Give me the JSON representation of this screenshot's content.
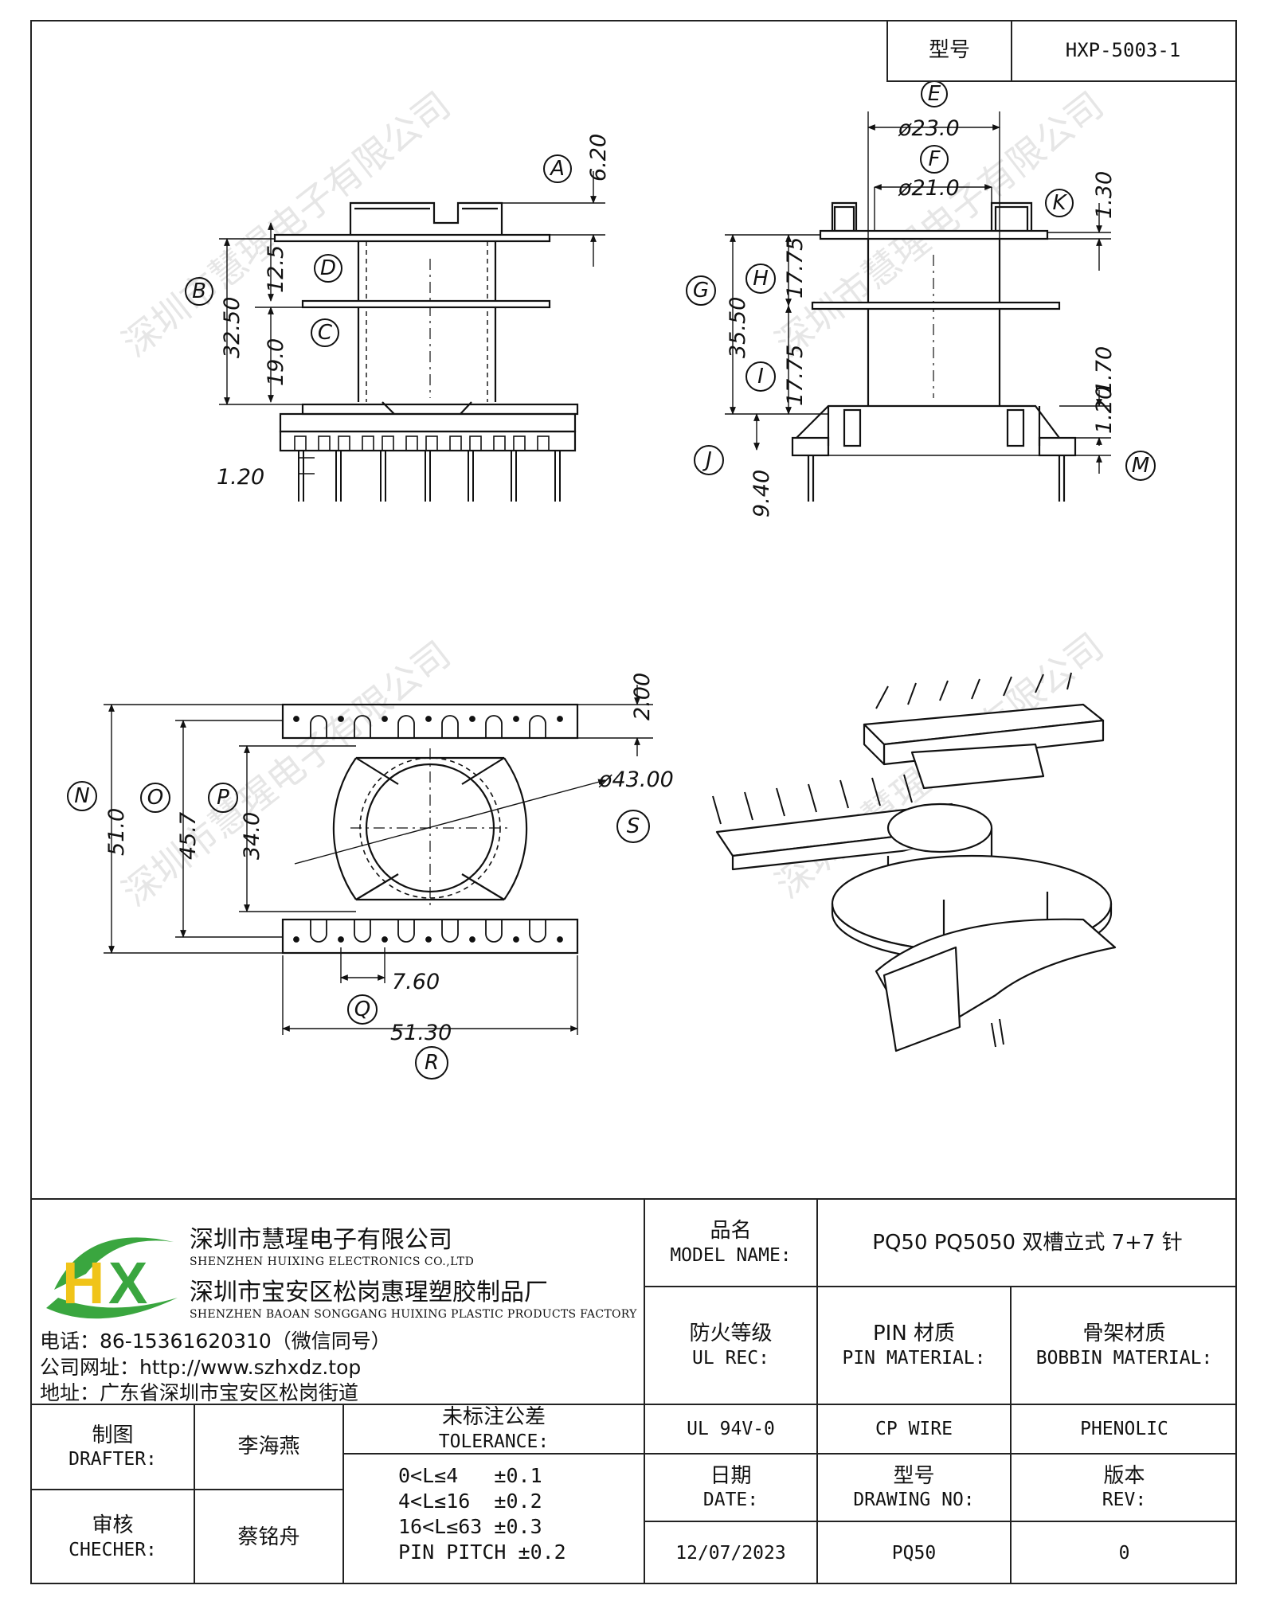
{
  "model_box": {
    "label": "型号",
    "value": "HXP-5003-1"
  },
  "watermark": "深圳市慧瑆电子有限公司",
  "dimensions": {
    "A": "A",
    "B": "B",
    "C": "C",
    "D": "D",
    "E": "E",
    "F": "F",
    "G": "G",
    "H": "H",
    "I": "I",
    "J": "J",
    "K": "K",
    "M": "M",
    "N": "N",
    "O": "O",
    "P": "P",
    "Q": "Q",
    "R": "R",
    "S": "S",
    "d_6_20": "6.20",
    "d_12_5": "12.5",
    "d_32_50": "32.50",
    "d_19_0": "19.0",
    "d_1_20_left": "1.20",
    "d_23_0": "ø23.0",
    "d_21_0": "ø21.0",
    "d_1_30": "1.30",
    "d_17_75_top": "17.75",
    "d_35_50": "35.50",
    "d_17_75_bot": "17.75",
    "d_1_70": "1.70",
    "d_1_20_right": "1.20",
    "d_9_40": "9.40",
    "d_2_00": "2.00",
    "d_51_0": "51.0",
    "d_45_7": "45.7",
    "d_34_0": "34.0",
    "d_43_00": "ø43.00",
    "d_7_60": "7.60",
    "d_51_30": "51.30"
  },
  "company": {
    "name_cn": "深圳市慧瑆电子有限公司",
    "name_en": "SHENZHEN HUIXING ELECTRONICS CO.,LTD",
    "factory_cn": "深圳市宝安区松岗惠瑆塑胶制品厂",
    "factory_en": "SHENZHEN BAOAN SONGGANG HUIXING PLASTIC PRODUCTS FACTORY",
    "phone": "电话：86-15361620310（微信同号）",
    "website": "公司网址：http://www.szhxdz.top",
    "address": "地址：广东省深圳市宝安区松岗街道",
    "logo_text": "HX",
    "colors": {
      "green": "#3aa63f",
      "yellow": "#f0c419"
    }
  },
  "title_block": {
    "model_name_cn": "品名",
    "model_name_en": "MODEL NAME:",
    "model_name_value": "PQ50 PQ5050 双槽立式 7+7 针",
    "ul_cn": "防火等级",
    "ul_en": "UL REC:",
    "pin_cn": "PIN 材质",
    "pin_en": "PIN MATERIAL:",
    "bobbin_cn": "骨架材质",
    "bobbin_en": "BOBBIN MATERIAL:",
    "ul_value": "UL 94V-0",
    "pin_value": "CP WIRE",
    "bobbin_value": "PHENOLIC",
    "drafter_cn": "制图",
    "drafter_en": "DRAFTER:",
    "drafter_name": "李海燕",
    "checker_cn": "审核",
    "checker_en": "CHECHER:",
    "checker_name": "蔡铭舟",
    "tolerance_cn": "未标注公差",
    "tolerance_en": "TOLERANCE:",
    "tolerance_lines": [
      "0<L≤4   ±0.1",
      "4<L≤16  ±0.2",
      "16<L≤63 ±0.3",
      "PIN PITCH ±0.2"
    ],
    "date_cn": "日期",
    "date_en": "DATE:",
    "date_value": "12/07/2023",
    "drawing_cn": "型号",
    "drawing_en": "DRAWING NO:",
    "drawing_value": "PQ50",
    "rev_cn": "版本",
    "rev_en": "REV:",
    "rev_value": "0"
  }
}
